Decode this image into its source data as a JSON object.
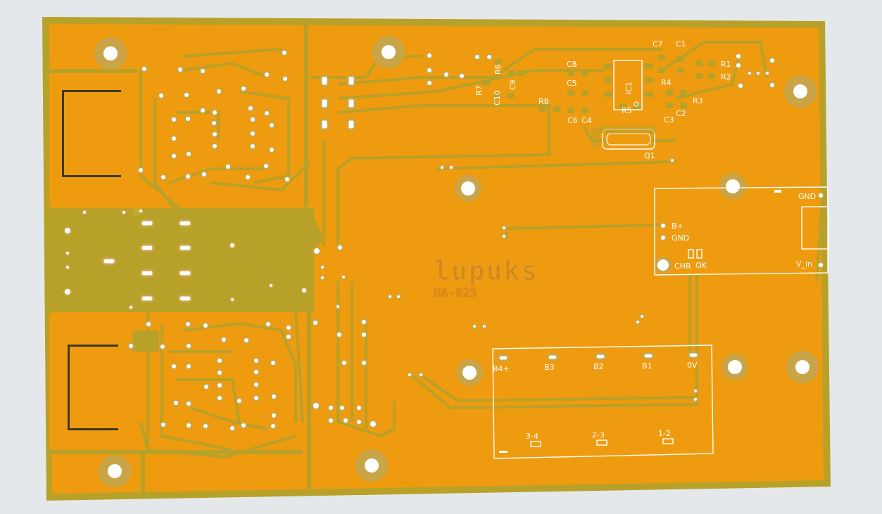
{
  "colors": {
    "background": "#e5e8ea",
    "copper": "#ef9b10",
    "track": "#b8a129",
    "hole_ring": "#c9a548",
    "hole": "#ffffff",
    "silkscreen": "#ffffff"
  },
  "board": {
    "brand_text": "lupuks",
    "model_text": "HA-025"
  },
  "components": {
    "ic1": "IC1",
    "q1": "Q1",
    "c1": "C1",
    "c2": "C2",
    "c3": "C3",
    "c4": "C4",
    "c5": "C5",
    "c6": "C6",
    "c7": "C7",
    "c8": "C8",
    "c9": "C9",
    "c10": "C10",
    "r1": "R1",
    "r2": "R2",
    "r3": "R3",
    "r4": "R4",
    "r5": "R5",
    "r6": "R6",
    "r7": "R7",
    "r8": "R8"
  },
  "charger_module": {
    "gnd_top": "GND",
    "b_plus": "B+",
    "gnd_left": "GND",
    "chr": "CHR",
    "ok": "OK",
    "v_in": "V_in"
  },
  "bms_module": {
    "pads": [
      "B4+",
      "B3",
      "B2",
      "B1",
      "0V"
    ],
    "balance": [
      "3-4",
      "2-3",
      "1-2"
    ]
  }
}
